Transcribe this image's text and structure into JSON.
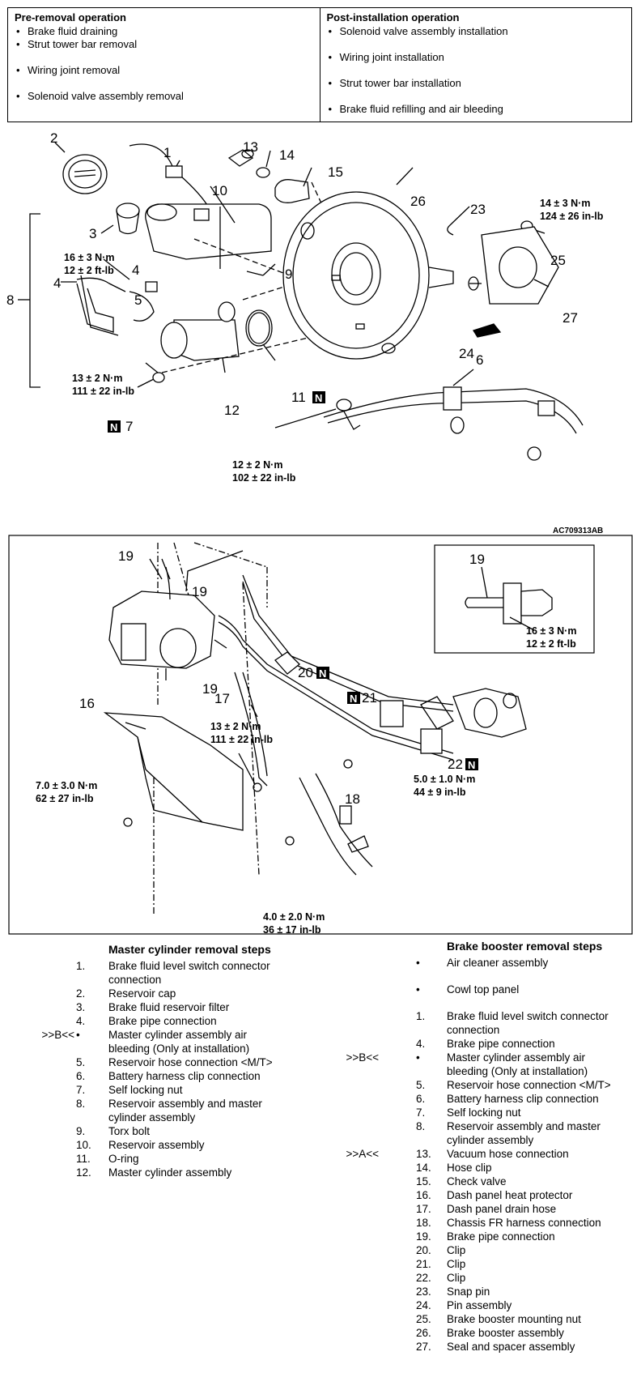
{
  "pre_removal": {
    "heading": "Pre-removal operation",
    "items": [
      "Brake fluid draining",
      "Strut tower bar removal",
      "Wiring joint removal",
      "Solenoid valve assembly removal"
    ]
  },
  "post_installation": {
    "heading": "Post-installation operation",
    "items": [
      "Solenoid valve assembly installation",
      "Wiring joint installation",
      "Strut tower bar installation",
      "Brake fluid refilling and air bleeding"
    ]
  },
  "diagram_top": {
    "callouts": [
      "1",
      "2",
      "3",
      "4",
      "4",
      "5",
      "6",
      "7",
      "8",
      "9",
      "10",
      "11",
      "12",
      "13",
      "14",
      "15",
      "23",
      "24",
      "25",
      "26",
      "27"
    ],
    "torques": {
      "t16_3": "16 ± 3 N·m",
      "t12_2ft": "12 ± 2 ft-lb",
      "t13_2": "13 ± 2 N·m",
      "t111_22": "111 ± 22 in-lb",
      "t12_2nm": "12 ± 2 N·m",
      "t102_22": "102 ± 22 in-lb",
      "t14_3": "14 ± 3 N·m",
      "t124_26": "124 ± 26 in-lb"
    },
    "n_label": "N",
    "figure_code": "AC709313AB"
  },
  "diagram_bottom": {
    "callouts": [
      "19",
      "19",
      "19",
      "16",
      "17",
      "18",
      "20",
      "21",
      "22"
    ],
    "inset": {
      "callout": "19",
      "t1": "16 ± 3 N·m",
      "t2": "12 ± 2 ft-lb"
    },
    "torques": {
      "a1": "13 ± 2 N·m",
      "a2": "111 ± 22 in-lb",
      "b1": "7.0 ± 3.0 N·m",
      "b2": "62 ± 27 in-lb",
      "c1": "5.0 ± 1.0 N·m",
      "c2": "44 ± 9 in-lb",
      "d1": "4.0 ± 2.0 N·m",
      "d2": "36 ± 17 in-lb"
    }
  },
  "master_steps": {
    "title": "Master cylinder removal steps",
    "steps": [
      {
        "mark": "",
        "num": "1.",
        "lines": [
          "Brake fluid level switch connector",
          "connection"
        ]
      },
      {
        "mark": "",
        "num": "2.",
        "lines": [
          "Reservoir cap"
        ]
      },
      {
        "mark": "",
        "num": "3.",
        "lines": [
          "Brake fluid reservoir filter"
        ]
      },
      {
        "mark": "",
        "num": "4.",
        "lines": [
          "Brake pipe connection"
        ]
      },
      {
        "mark": ">>B<<",
        "num": "•",
        "lines": [
          "Master cylinder assembly air",
          "bleeding (Only at installation)"
        ]
      },
      {
        "mark": "",
        "num": "5.",
        "lines": [
          "Reservoir hose connection <M/T>"
        ]
      },
      {
        "mark": "",
        "num": "6.",
        "lines": [
          "Battery harness clip connection"
        ]
      },
      {
        "mark": "",
        "num": "7.",
        "lines": [
          "Self locking nut"
        ]
      },
      {
        "mark": "",
        "num": "8.",
        "lines": [
          "Reservoir assembly and master",
          "cylinder assembly"
        ]
      },
      {
        "mark": "",
        "num": "9.",
        "lines": [
          "Torx bolt"
        ]
      },
      {
        "mark": "",
        "num": "10.",
        "lines": [
          "Reservoir assembly"
        ]
      },
      {
        "mark": "",
        "num": "11.",
        "lines": [
          "O-ring"
        ]
      },
      {
        "mark": "",
        "num": "12.",
        "lines": [
          "Master cylinder assembly"
        ]
      }
    ]
  },
  "booster_steps": {
    "title": "Brake booster removal steps",
    "steps": [
      {
        "mark": "",
        "num": "•",
        "lines": [
          "Air cleaner assembly"
        ],
        "gap": true
      },
      {
        "mark": "",
        "num": "•",
        "lines": [
          "Cowl top panel"
        ],
        "gap": true
      },
      {
        "mark": "",
        "num": "1.",
        "lines": [
          "Brake fluid level switch connector",
          "connection"
        ]
      },
      {
        "mark": "",
        "num": "4.",
        "lines": [
          "Brake pipe connection"
        ]
      },
      {
        "mark": ">>B<<",
        "num": "•",
        "lines": [
          "Master cylinder assembly air",
          "bleeding (Only at installation)"
        ]
      },
      {
        "mark": "",
        "num": "5.",
        "lines": [
          "Reservoir hose connection <M/T>"
        ]
      },
      {
        "mark": "",
        "num": "6.",
        "lines": [
          "Battery harness clip connection"
        ]
      },
      {
        "mark": "",
        "num": "7.",
        "lines": [
          "Self locking nut"
        ]
      },
      {
        "mark": "",
        "num": "8.",
        "lines": [
          "Reservoir assembly and master",
          "cylinder assembly"
        ]
      },
      {
        "mark": ">>A<<",
        "num": "13.",
        "lines": [
          "Vacuum hose connection"
        ]
      },
      {
        "mark": "",
        "num": "14.",
        "lines": [
          "Hose clip"
        ]
      },
      {
        "mark": "",
        "num": "15.",
        "lines": [
          "Check valve"
        ]
      },
      {
        "mark": "",
        "num": "16.",
        "lines": [
          "Dash panel heat protector"
        ]
      },
      {
        "mark": "",
        "num": "17.",
        "lines": [
          "Dash panel drain hose"
        ]
      },
      {
        "mark": "",
        "num": "18.",
        "lines": [
          "Chassis FR harness connection"
        ]
      },
      {
        "mark": "",
        "num": "19.",
        "lines": [
          "Brake pipe connection"
        ]
      },
      {
        "mark": "",
        "num": "20.",
        "lines": [
          "Clip"
        ]
      },
      {
        "mark": "",
        "num": "21.",
        "lines": [
          "Clip"
        ]
      },
      {
        "mark": "",
        "num": "22.",
        "lines": [
          "Clip"
        ]
      },
      {
        "mark": "",
        "num": "23.",
        "lines": [
          "Snap pin"
        ]
      },
      {
        "mark": "",
        "num": "24.",
        "lines": [
          "Pin assembly"
        ]
      },
      {
        "mark": "",
        "num": "25.",
        "lines": [
          "Brake booster mounting nut"
        ]
      },
      {
        "mark": "",
        "num": "26.",
        "lines": [
          "Brake booster assembly"
        ]
      },
      {
        "mark": "",
        "num": "27.",
        "lines": [
          "Seal and spacer assembly"
        ]
      }
    ]
  }
}
